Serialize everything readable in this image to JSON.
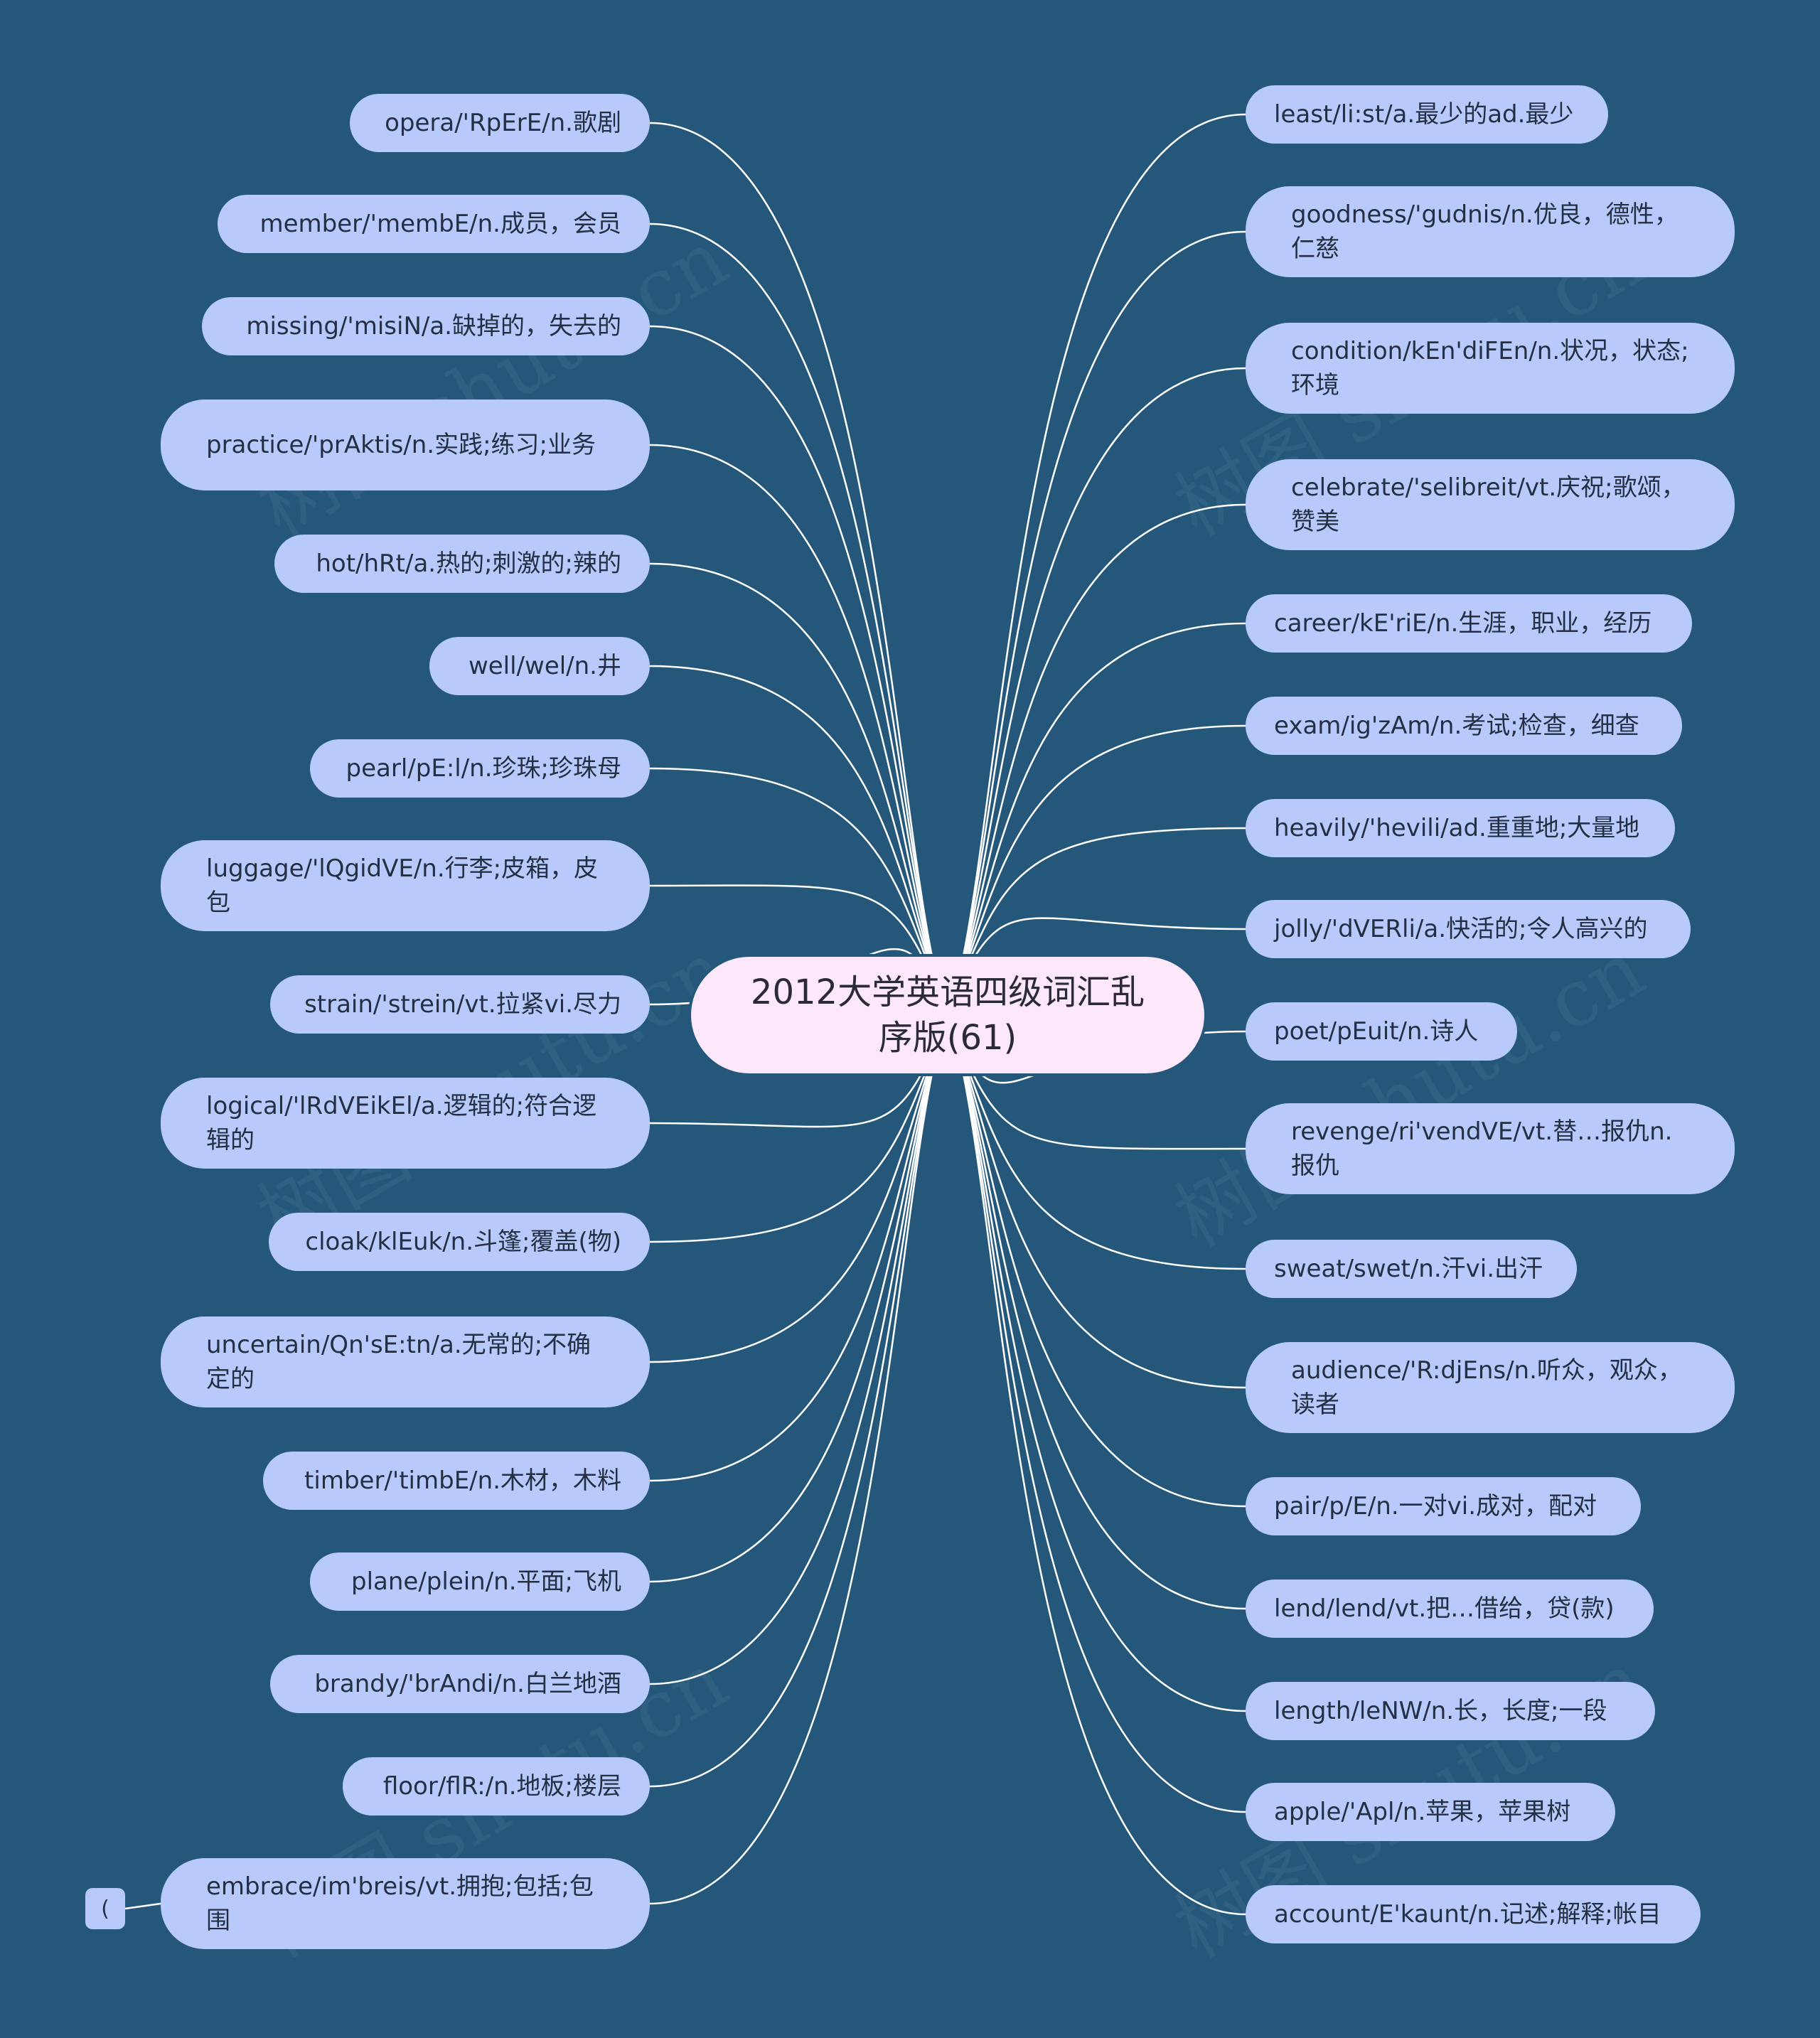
{
  "root": {
    "title": "2012大学英语四级词汇乱序版(61)"
  },
  "left": [
    "opera/'RpErE/n.歌剧",
    "member/'membE/n.成员，会员",
    "missing/'misiN/a.缺掉的，失去的",
    "practice/'prAktis/n.实践;练习;业务",
    "hot/hRt/a.热的;刺激的;辣的",
    "well/wel/n.井",
    "pearl/pE:l/n.珍珠;珍珠母",
    "luggage/'lQgidVE/n.行李;皮箱，皮包",
    "strain/'strein/vt.拉紧vi.尽力",
    "logical/'lRdVEikEl/a.逻辑的;符合逻辑的",
    "cloak/klEuk/n.斗篷;覆盖(物)",
    "uncertain/Qn'sE:tn/a.无常的;不确定的",
    "timber/'timbE/n.木材，木料",
    "plane/plein/n.平面;飞机",
    "brandy/'brAndi/n.白兰地酒",
    "floor/flR:/n.地板;楼层",
    "embrace/im'breis/vt.拥抱;包括;包围"
  ],
  "right": [
    "least/li:st/a.最少的ad.最少",
    "goodness/'gudnis/n.优良，德性，仁慈",
    "condition/kEn'diFEn/n.状况，状态;环境",
    "celebrate/'selibreit/vt.庆祝;歌颂，赞美",
    "career/kE'riE/n.生涯，职业，经历",
    "exam/ig'zAm/n.考试;检查，细查",
    "heavily/'hevili/ad.重重地;大量地",
    "jolly/'dVERli/a.快活的;令人高兴的",
    "poet/pEuit/n.诗人",
    "revenge/ri'vendVE/vt.替…报仇n.报仇",
    "sweat/swet/n.汗vi.出汗",
    "audience/'R:djEns/n.听众，观众，读者",
    "pair/p/E/n.一对vi.成对，配对",
    "lend/lend/vt.把…借给，贷(款)",
    "length/leNW/n.长，长度;一段",
    "apple/'Apl/n.苹果，苹果树",
    "account/E'kaunt/n.记述;解释;帐目"
  ],
  "tiny_node": "(",
  "watermark": "树图 shutu.cn",
  "colors": {
    "background": "#24577a",
    "node": "#b8c9fb",
    "root": "#fde7fb",
    "link": "#ffffff"
  }
}
